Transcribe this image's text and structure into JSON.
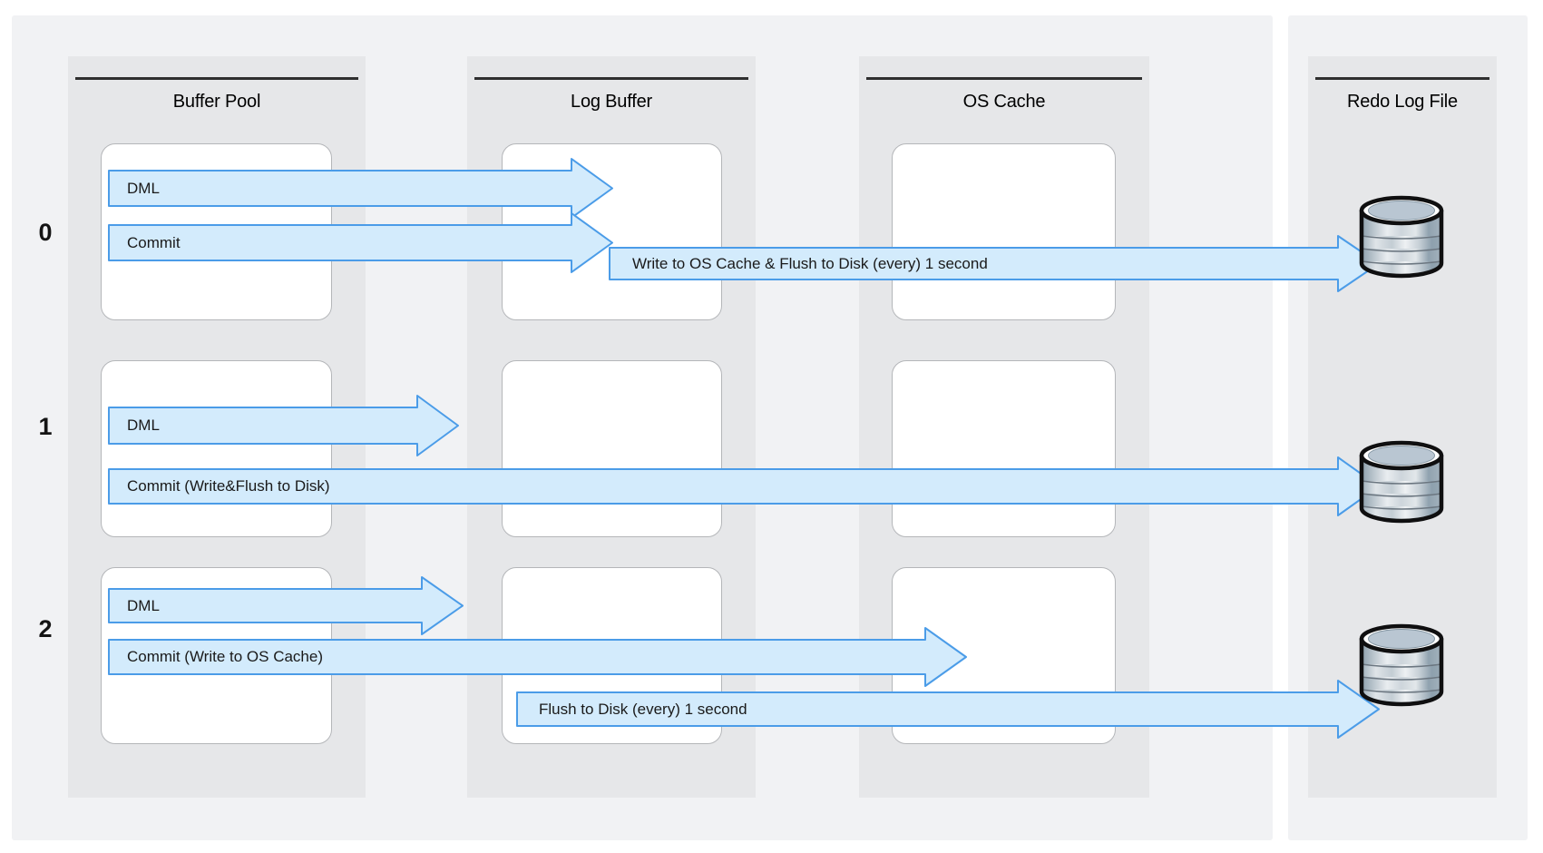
{
  "columns": [
    {
      "title": "Buffer Pool"
    },
    {
      "title": "Log Buffer"
    },
    {
      "title": "OS Cache"
    },
    {
      "title": "Redo Log File"
    }
  ],
  "row_labels": [
    "0",
    "1",
    "2"
  ],
  "arrows": {
    "row0_dml": "DML",
    "row0_commit": "Commit",
    "row0_write_flush": "Write to OS Cache & Flush to Disk (every) 1 second",
    "row1_dml": "DML",
    "row1_commit": "Commit (Write&Flush to Disk)",
    "row2_dml": "DML",
    "row2_commit": "Commit (Write to OS Cache)",
    "row2_flush": "Flush to Disk (every) 1 second"
  },
  "icons": {
    "redo_log_storage": "database-cylinder-icon"
  },
  "colors": {
    "arrow_fill": "#d3ebfc",
    "arrow_stroke": "#4b9ce8",
    "background_panel": "#f1f2f4",
    "column_panel": "#e6e7e9",
    "header_rule": "#2f2f2f"
  }
}
